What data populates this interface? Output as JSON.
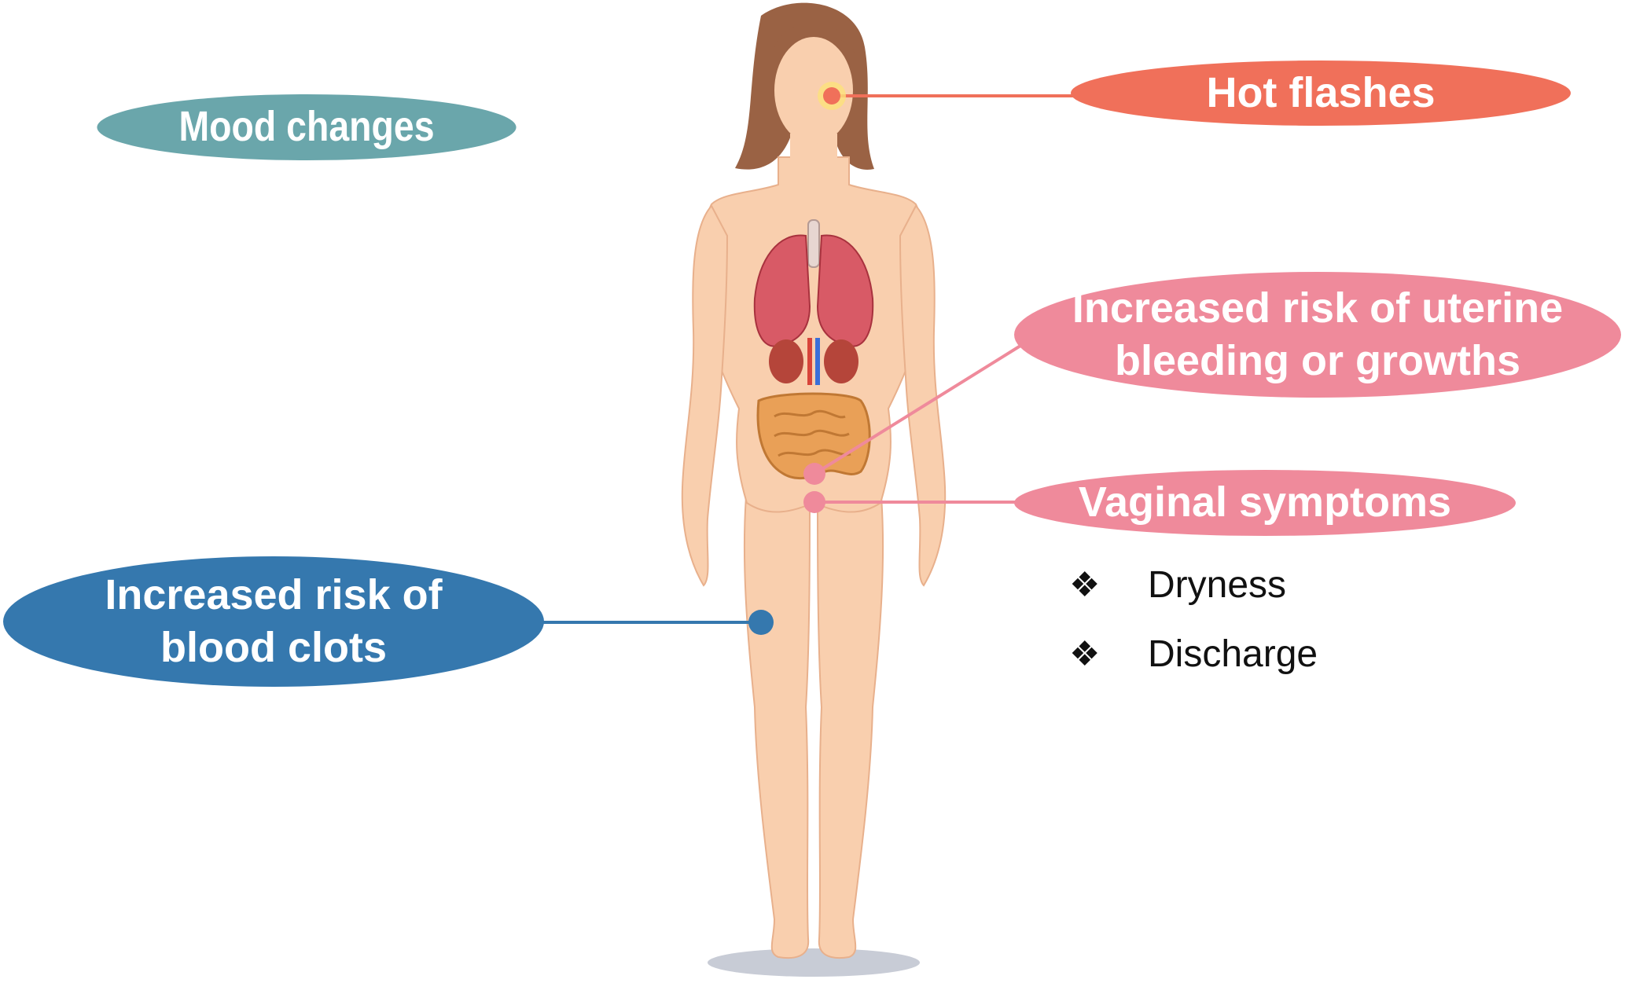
{
  "labels": {
    "mood": "Mood changes",
    "hot": "Hot flashes",
    "uterine_line1": "Increased risk of uterine",
    "uterine_line2": "bleeding or growths",
    "vaginal": "Vaginal symptoms",
    "clots_line1": "Increased risk of",
    "clots_line2": "blood clots"
  },
  "vaginal_list": [
    {
      "marker": "❖",
      "text": "Dryness"
    },
    {
      "marker": "❖",
      "text": "Discharge"
    }
  ],
  "colors": {
    "mood": "#6aa6ab",
    "hot": "#f0705a",
    "pink": "#ef8a9b",
    "blue": "#3578ae",
    "skin": "#f9cfae",
    "hair": "#9a6244"
  }
}
